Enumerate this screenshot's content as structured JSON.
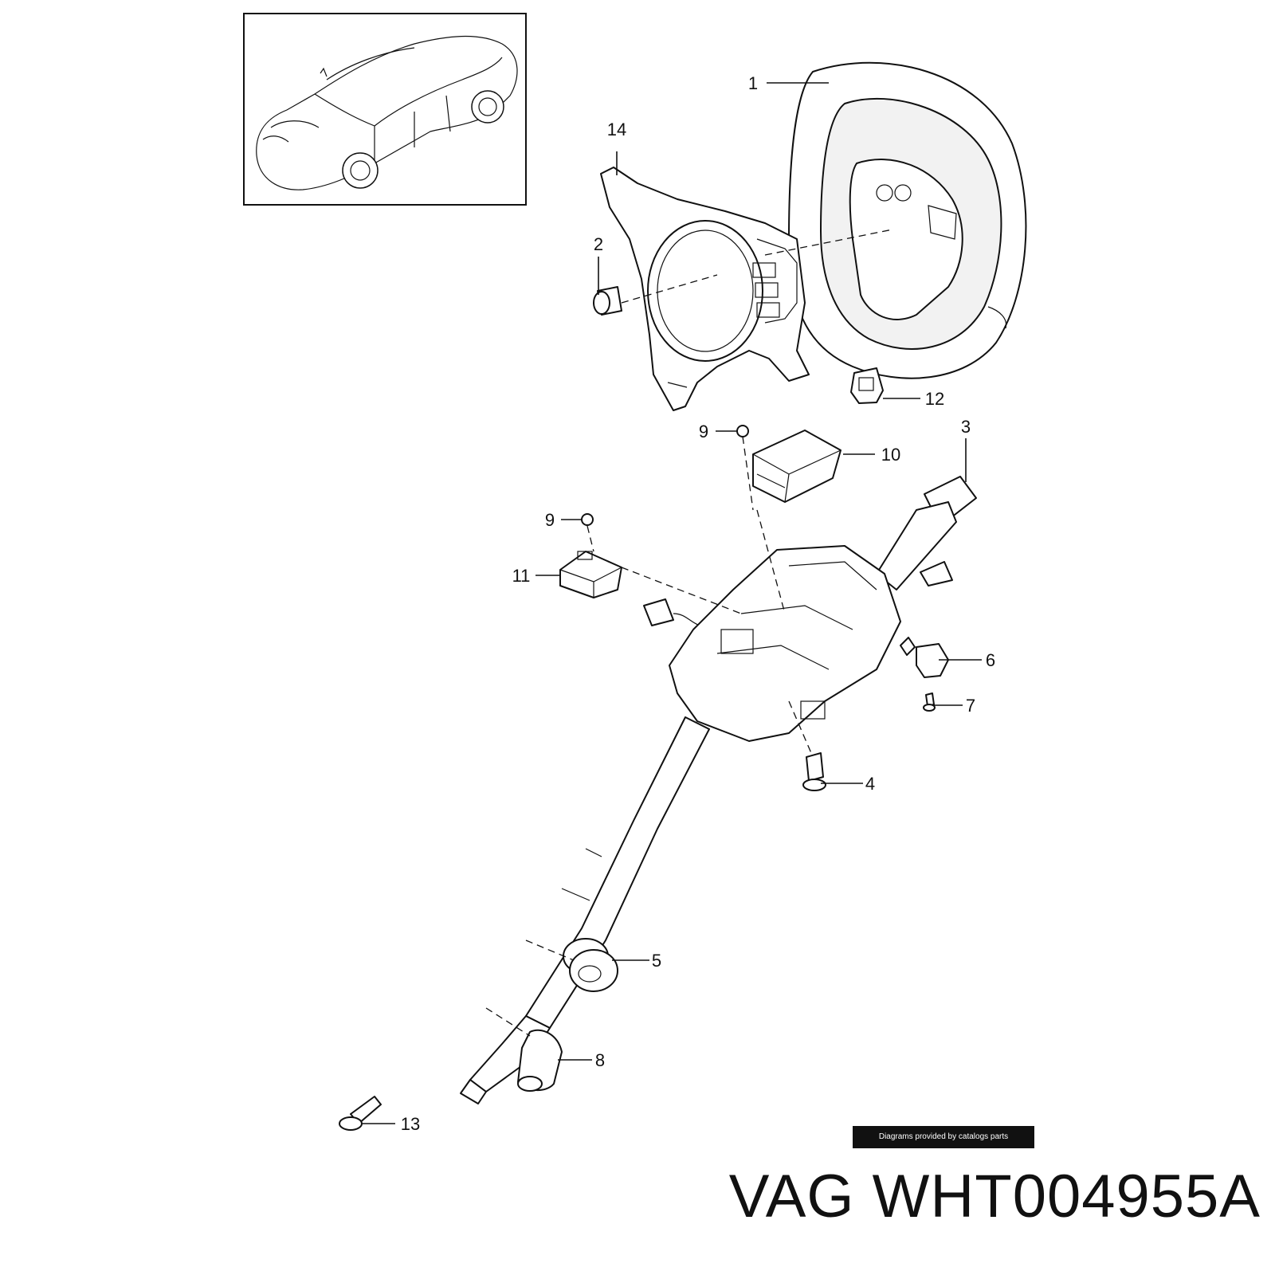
{
  "callouts": [
    "1",
    "2",
    "3",
    "4",
    "5",
    "6",
    "7",
    "8",
    "9",
    "9",
    "10",
    "11",
    "12",
    "13",
    "14"
  ],
  "watermark": "Diagrams provided by catalogs parts",
  "title": "VAG WHT004955A"
}
